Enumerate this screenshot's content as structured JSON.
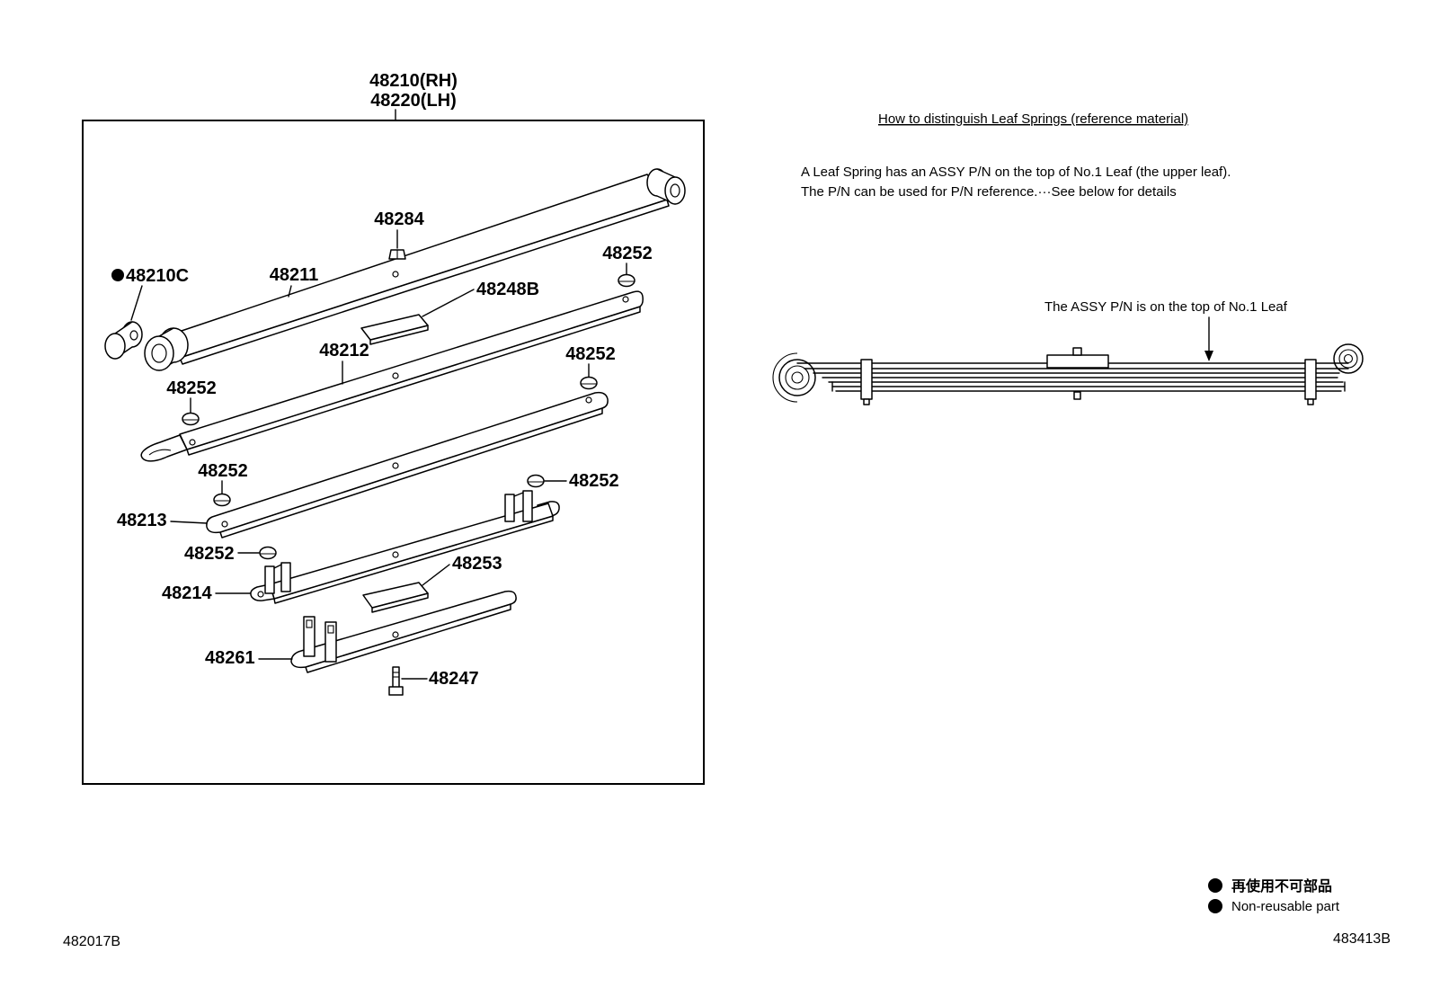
{
  "assembly": {
    "rh": "48210(RH)",
    "lh": "48220(LH)"
  },
  "callouts": {
    "bushing": "48210C",
    "leaf_no1": "48211",
    "nut": "48284",
    "pad_plate_upper": "48248B",
    "leaf_no2": "48212",
    "leaf_no3": "48213",
    "leaf_no4": "48214",
    "pad_plate_lower": "48253",
    "leaf_no5": "48261",
    "bolt": "48247",
    "insert_pads": [
      "48252",
      "48252",
      "48252",
      "48252",
      "48252",
      "48252"
    ]
  },
  "reference": {
    "heading": "How to distinguish Leaf Springs (reference material)",
    "line1": "A Leaf Spring has an ASSY P/N on the top of No.1 Leaf (the upper leaf).",
    "line2": "The P/N can be used for P/N reference.···See below for details",
    "arrow_note": "The ASSY P/N is on the top of No.1 Leaf"
  },
  "legend": {
    "japanese": "再使用不可部品",
    "english": "Non-reusable part"
  },
  "figure_codes": {
    "left": "482017B",
    "right": "483413B"
  },
  "colors": {
    "ink": "#000000",
    "paper": "#ffffff"
  }
}
